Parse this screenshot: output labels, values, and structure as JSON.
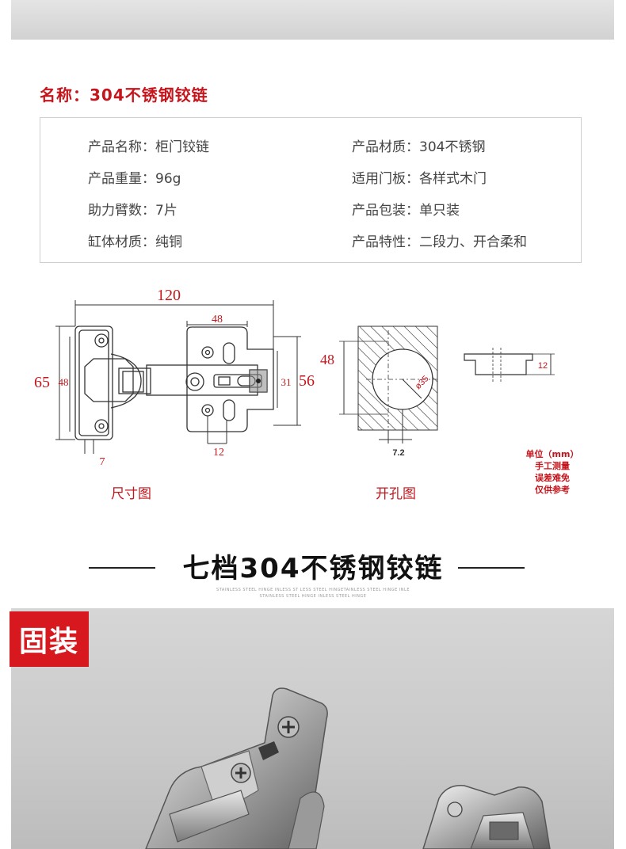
{
  "name_title": "名称：304不锈钢铰链",
  "specs": [
    {
      "label": "产品名称：",
      "value": "柜门铰链"
    },
    {
      "label": "产品材质：",
      "value": "304不锈钢"
    },
    {
      "label": "产品重量：",
      "value": "96g"
    },
    {
      "label": "适用门板：",
      "value": "各样式木门"
    },
    {
      "label": "助力臂数：",
      "value": "7片"
    },
    {
      "label": "产品包装：",
      "value": "单只装"
    },
    {
      "label": "缸体材质：",
      "value": "纯铜"
    },
    {
      "label": "产品特性：",
      "value": "二段力、开合柔和"
    }
  ],
  "dimensions": {
    "overall_width": "120",
    "arm_width": "48",
    "overall_height": "65",
    "inner_height": "48",
    "right_height": "56",
    "arm_height": "31",
    "offset_left": "7",
    "offset_bottom": "12",
    "hole_height": "48",
    "hole_diameter": "ø35",
    "hole_offset": "7.2",
    "cup_depth": "12"
  },
  "captions": {
    "size_diagram": "尺寸图",
    "hole_diagram": "开孔图"
  },
  "unit_note": {
    "line1": "单位（mm）",
    "line2": "手工测量",
    "line3": "误差难免",
    "line4": "仅供参考"
  },
  "heading": {
    "title": "七档304不锈钢铰链",
    "sub1": "STAINLESS STEEL HINGE INLESS ST LESS STEEL HINGETAINLESS STEEL HINGE INLE",
    "sub2": "STAINLESS STEEL HINGE INLESS STEEL HINGE"
  },
  "photo": {
    "badge": "固装"
  },
  "colors": {
    "accent": "#c4161c",
    "badge": "#d7191f"
  }
}
